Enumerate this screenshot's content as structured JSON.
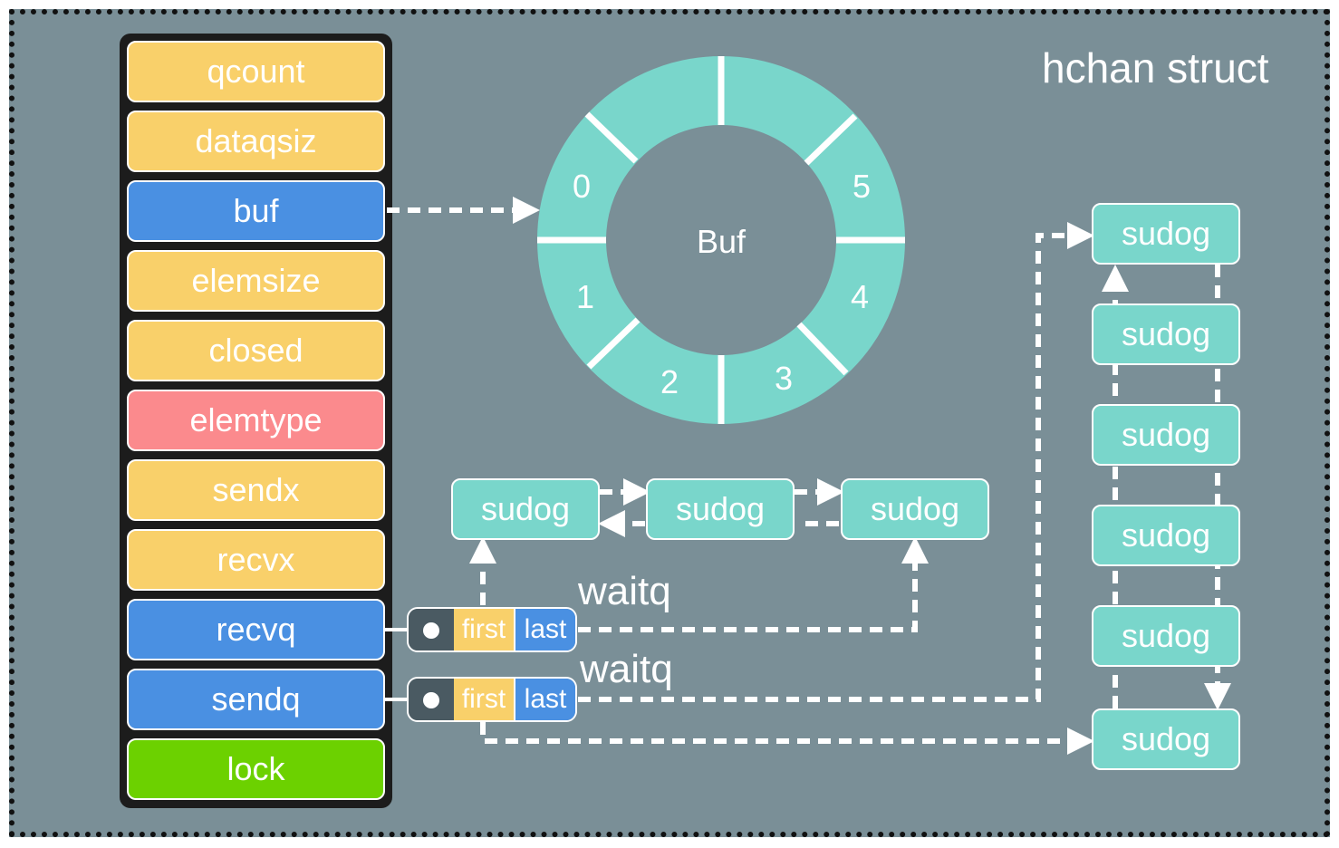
{
  "title": "hchan struct",
  "fields": [
    {
      "label": "qcount",
      "color": "#f9d06a"
    },
    {
      "label": "dataqsiz",
      "color": "#f9d06a"
    },
    {
      "label": "buf",
      "color": "#4a90e2"
    },
    {
      "label": "elemsize",
      "color": "#f9d06a"
    },
    {
      "label": "closed",
      "color": "#f9d06a"
    },
    {
      "label": "elemtype",
      "color": "#fb8a8d"
    },
    {
      "label": "sendx",
      "color": "#f9d06a"
    },
    {
      "label": "recvx",
      "color": "#f9d06a"
    },
    {
      "label": "recvq",
      "color": "#4a90e2"
    },
    {
      "label": "sendq",
      "color": "#4a90e2"
    },
    {
      "label": "lock",
      "color": "#6cd100"
    }
  ],
  "ring": {
    "center_label": "Buf",
    "slots": [
      "0",
      "1",
      "2",
      "3",
      "4",
      "5"
    ],
    "color": "#79d6cb"
  },
  "recvq_waitq": {
    "label": "waitq",
    "first": "first",
    "last": "last"
  },
  "sendq_waitq": {
    "label": "waitq",
    "first": "first",
    "last": "last"
  },
  "horizontal_sudogs": [
    "sudog",
    "sudog",
    "sudog"
  ],
  "vertical_sudogs": [
    "sudog",
    "sudog",
    "sudog",
    "sudog",
    "sudog",
    "sudog"
  ]
}
